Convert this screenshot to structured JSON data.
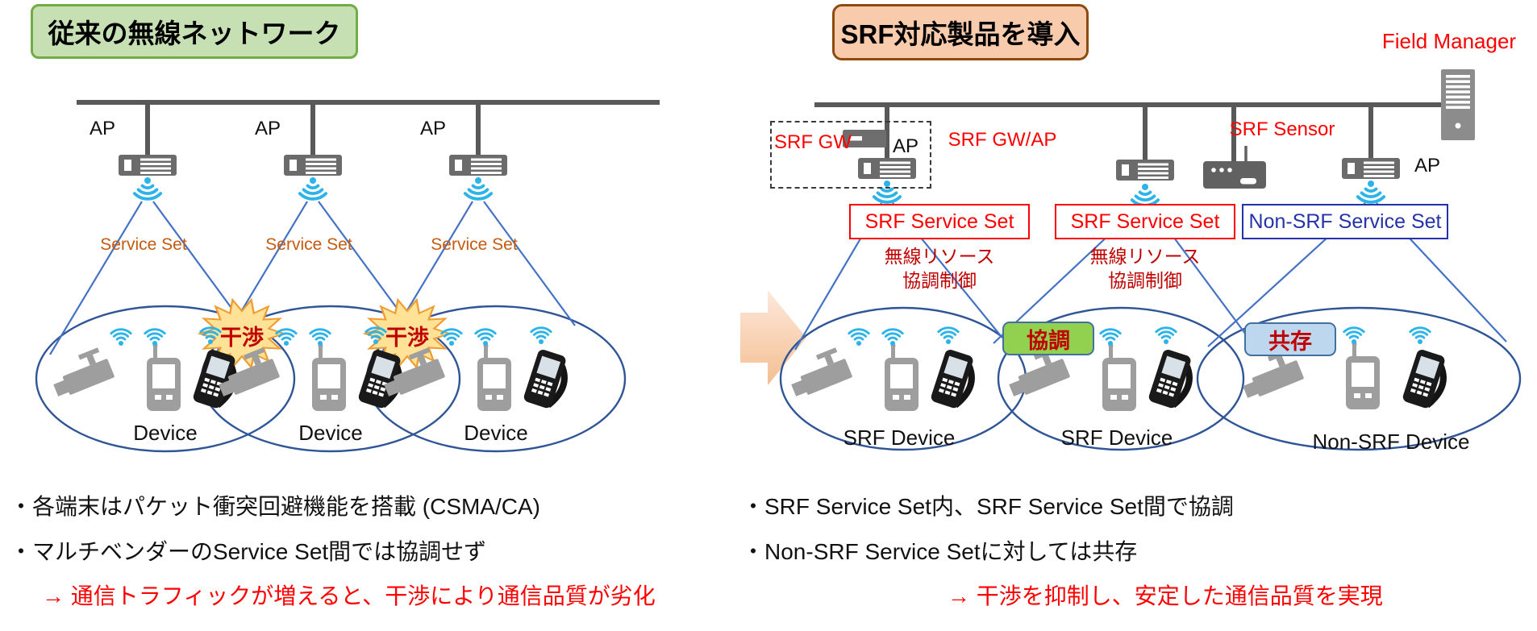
{
  "left_panel": {
    "title": "従来の無線ネットワーク",
    "ap_label": "AP",
    "service_set_label": "Service Set",
    "interference_label": "干渉",
    "device_label": "Device",
    "bullets": [
      "・各端末はパケット衝突回避機能を搭載 (CSMA/CA)",
      "・マルチベンダーのService Set間では協調せず"
    ],
    "conclusion": "→ 通信トラフィックが増えると、干渉により通信品質が劣化"
  },
  "right_panel": {
    "title": "SRF対応製品を導入",
    "field_manager_label": "Field Manager",
    "srf_gw_label": "SRF GW",
    "gw_ap_label": "AP",
    "srf_gw_ap_label": "SRF GW/AP",
    "srf_sensor_label": "SRF Sensor",
    "ap_label": "AP",
    "srf_service_set_label": "SRF Service Set",
    "non_srf_service_set_label": "Non-SRF Service Set",
    "radio_resource_control": {
      "line1": "無線リソース",
      "line2": "協調制御"
    },
    "coordination_label": "協調",
    "coexistence_label": "共存",
    "srf_device_label": "SRF Device",
    "non_srf_device_label": "Non-SRF Device",
    "bullets": [
      "・SRF Service Set内、SRF Service Set間で協調",
      "・Non-SRF Service Setに対しては共存"
    ],
    "conclusion": "→ 干渉を抑制し、安定した通信品質を実現"
  },
  "colors": {
    "title_left_bg": "#C6E0B4",
    "title_left_border": "#70AD47",
    "title_right_bg": "#F8CBAD",
    "title_right_border": "#8F4A10",
    "red_accent": "#FF0000",
    "dark_red_text": "#C00000",
    "service_set_orange": "#C55A11",
    "non_srf_blue": "#2533A8",
    "ellipse_blue": "#2F5597",
    "cone_blue": "#4472C4",
    "wifi_cyan": "#2BB3EA",
    "device_gray": "#9E9E9E",
    "bus_gray": "#595959",
    "burst_fill": "#FFE296",
    "burst_border": "#ED9D33",
    "coordination_bg": "#92D050",
    "coexistence_bg": "#BDD7EE",
    "badge_border": "#41719C",
    "arrow_fill": "#F8CBAD"
  }
}
